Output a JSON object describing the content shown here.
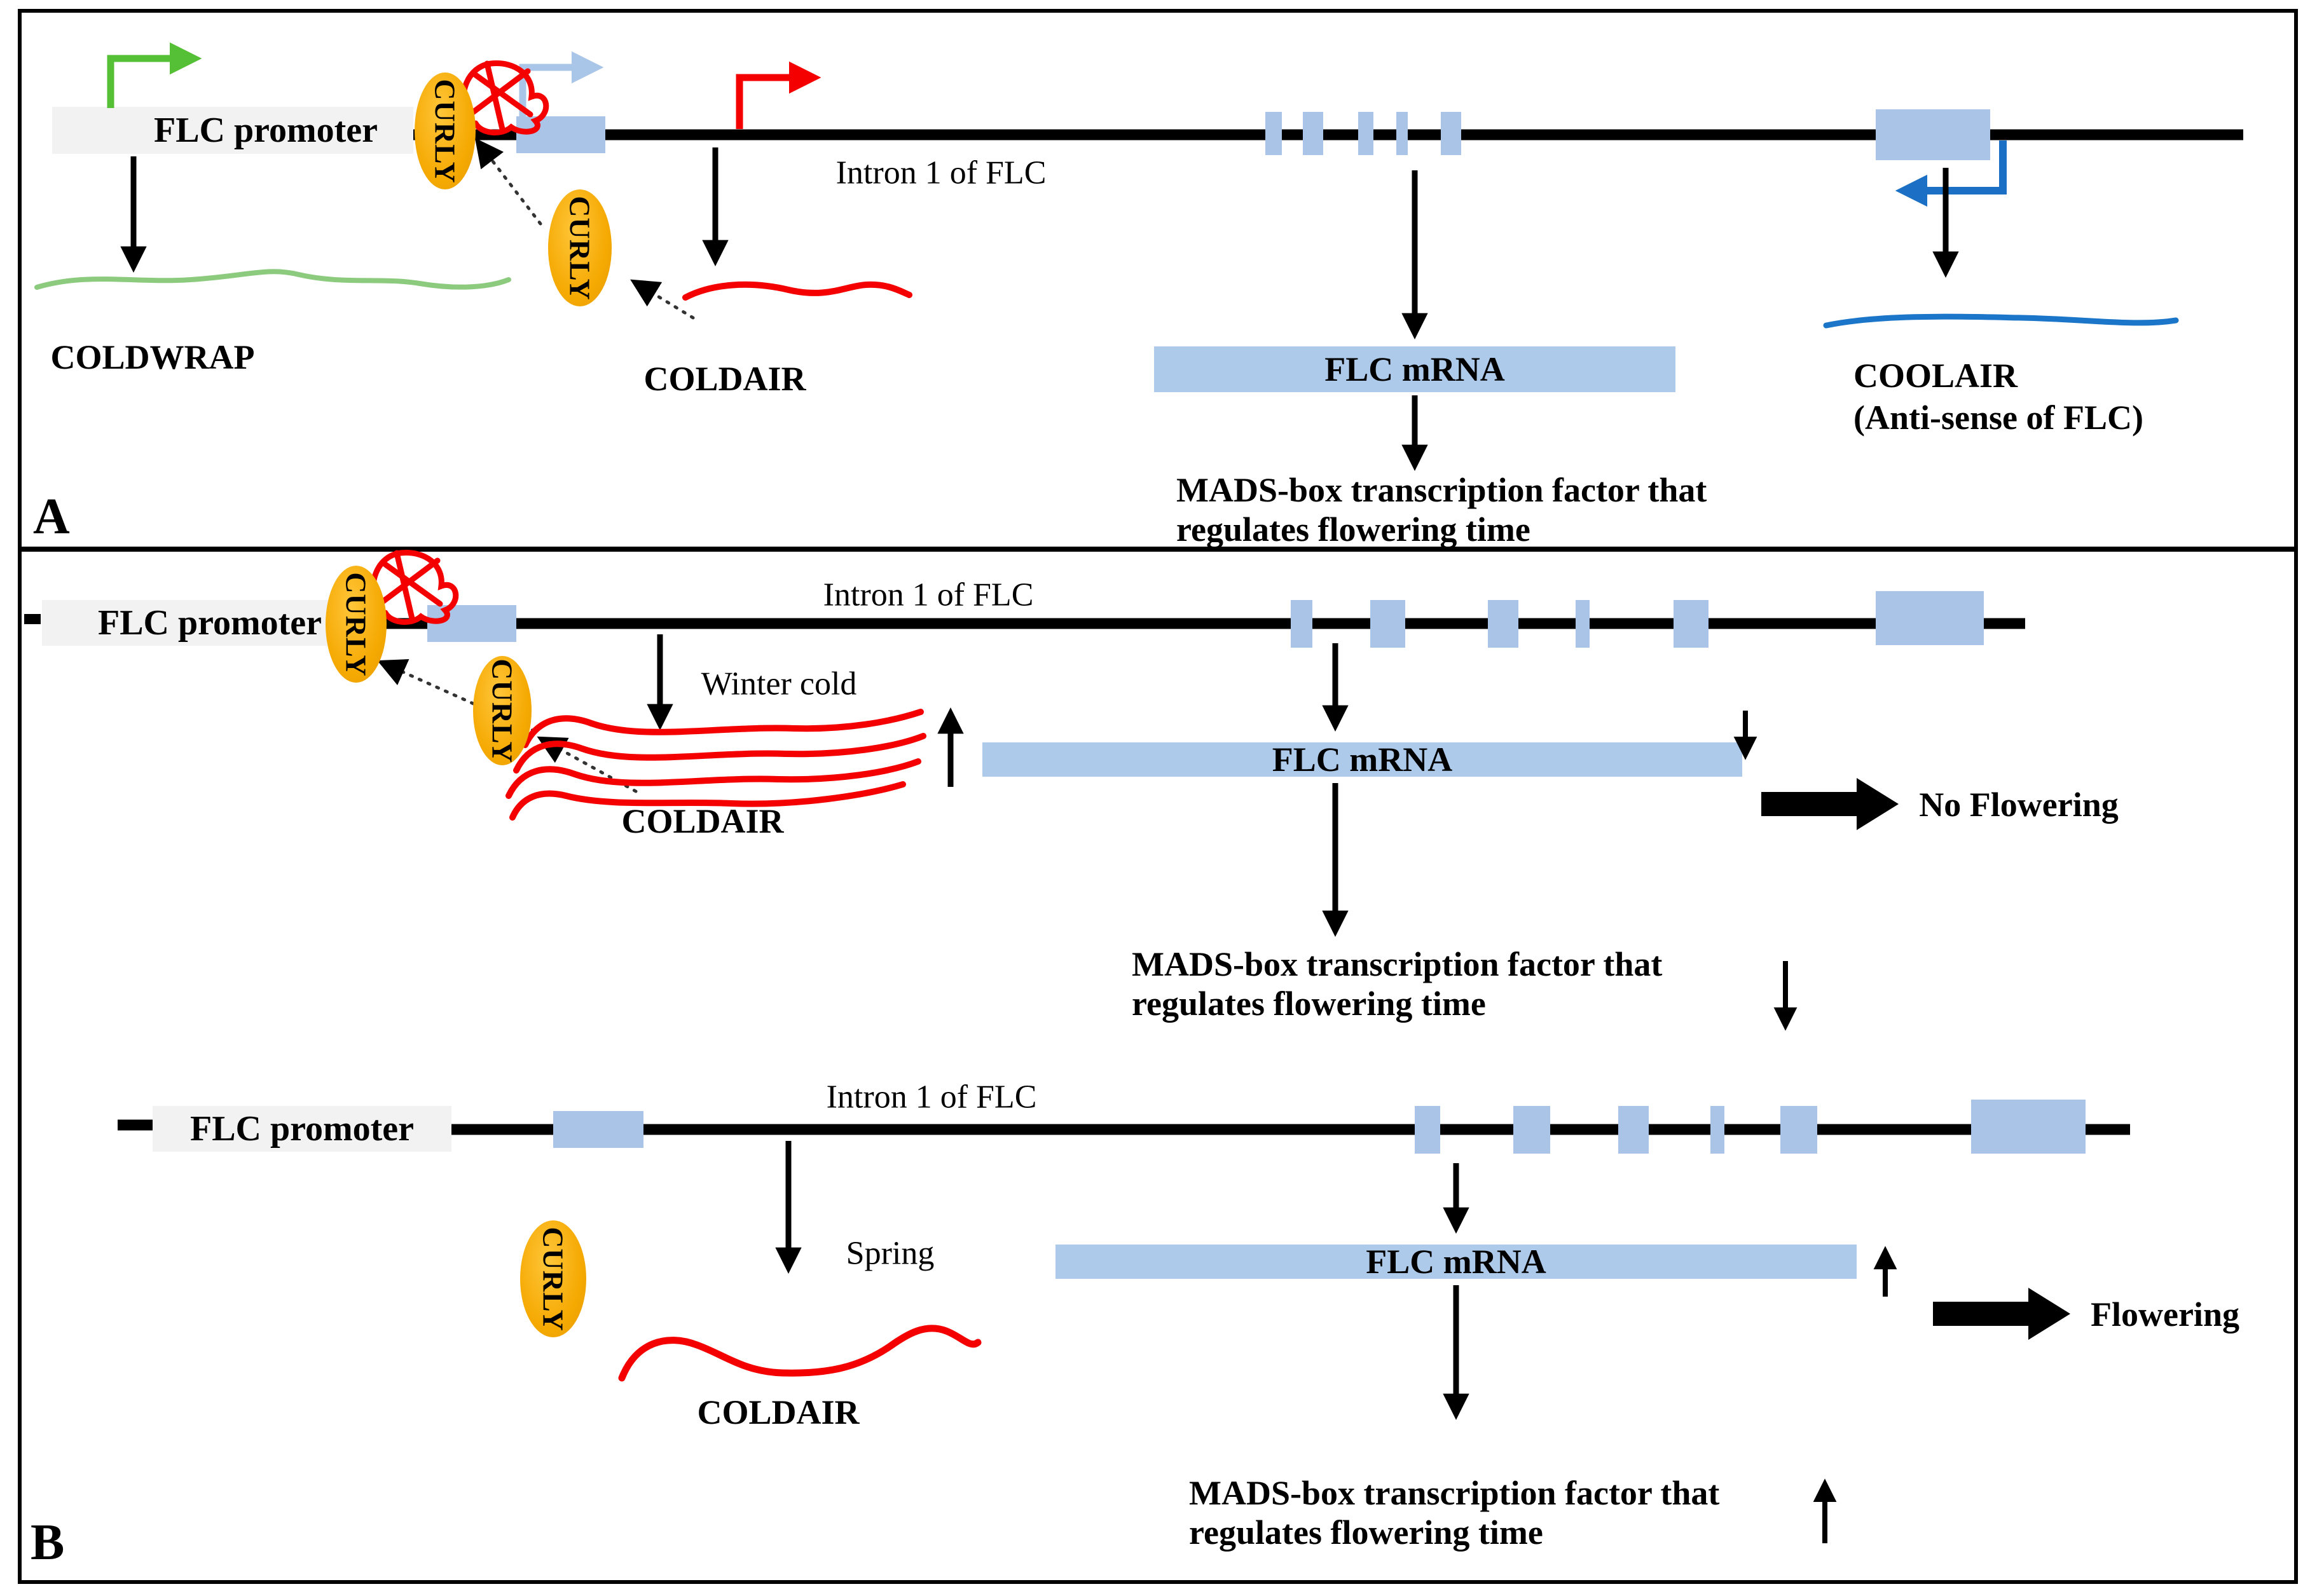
{
  "figure": {
    "type": "gene-regulation-diagram",
    "subject": "FLC locus regulation by lncRNAs (COLDWRAP, COLDAIR, COOLAIR, CURLY)",
    "panels": [
      "A",
      "B"
    ]
  },
  "labels": {
    "flc_promoter": "FLC promoter",
    "curly": "CURLY",
    "intron": "Intron 1 of FLC",
    "coldwrap": "COLDWRAP",
    "coldair": "COLDAIR",
    "coolair": "COOLAIR",
    "coolair_sub": "(Anti-sense of FLC)",
    "flc_mrna": "FLC mRNA",
    "mads_line1": "MADS-box transcription factor that",
    "mads_line2": "regulates flowering time",
    "winter_cold": "Winter cold",
    "spring": "Spring",
    "no_flowering": "No Flowering",
    "flowering": "Flowering",
    "panel_a": "A",
    "panel_b": "B"
  },
  "colors": {
    "exon_blue": "#A9C4E6",
    "mrna_bar_blue": "#AECAEA",
    "promoter_gray": "#F2F2F2",
    "curly_orange": "#F5A902",
    "rna_red": "#F40000",
    "tss_green": "#55BF35",
    "coldwrap_green": "#8CCB7E",
    "tss_light_blue": "#A9C6E8",
    "coolair_dark_blue": "#1B6FC5",
    "line_black": "#000000"
  }
}
